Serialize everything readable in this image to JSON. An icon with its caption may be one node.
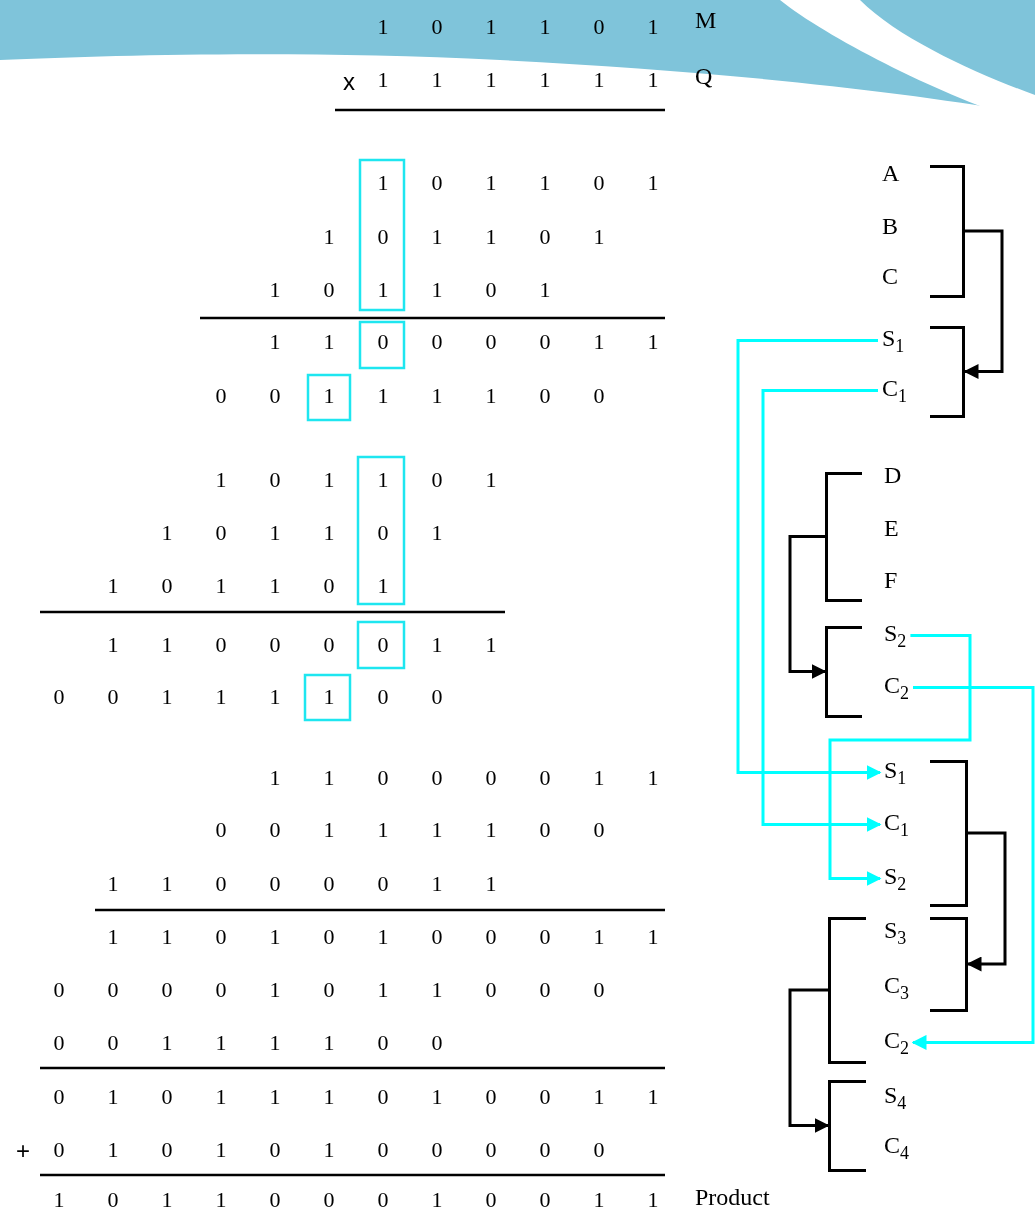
{
  "diagram": {
    "nodes": [
      {
        "text": [
          "A"
        ]
      },
      {
        "text": [
          "B"
        ]
      },
      {
        "text": [
          "C"
        ]
      },
      {
        "text": [
          "S$_{1}$"
        ]
      },
      {
        "text": [
          "C$_{1}$"
        ]
      },
      {
        "text": [
          "D"
        ]
      },
      {
        "text": [
          "E"
        ]
      },
      {
        "text": [
          "F"
        ]
      },
      {
        "text": [
          "S$_{2}$"
        ]
      },
      {
        "text": [
          "C$_{2}$"
        ]
      },
      {
        "text": [
          "S$_{1}$"
        ]
      },
      {
        "text": [
          "C$_{1}$"
        ]
      },
      {
        "text": [
          "S$_{2}$"
        ]
      },
      {
        "text": [
          "S$_{3}$"
        ]
      },
      {
        "text": [
          "C$_{3}$"
        ]
      },
      {
        "text": [
          "C$_{2}$"
        ]
      },
      {
        "text": [
          "S$_{4}$"
        ]
      },
      {
        "text": [
          "C$_{4}$"
        ]
      },
      {
        "text": [],
        "shape": "bracket"
      },
      {
        "text": [],
        "shape": "bracket"
      },
      {
        "text": [],
        "shape": "bracket"
      },
      {
        "text": [],
        "shape": "bracket"
      },
      {
        "text": [],
        "shape": "bracket"
      },
      {
        "text": [],
        "shape": "bracket"
      },
      {
        "text": [],
        "shape": "bracket"
      },
      {
        "text": [],
        "shape": "bracket"
      }
    ],
    "edges": [
      {
        "from": 18,
        "to": 19,
        "arrow": "to"
      },
      {
        "from": 20,
        "to": 21,
        "arrow": "to"
      },
      {
        "from": 3,
        "to": 10,
        "arrow": "to",
        "color": "#00ffff"
      },
      {
        "from": 4,
        "to": 11,
        "arrow": "to",
        "color": "#00ffff"
      },
      {
        "from": 8,
        "to": 12,
        "arrow": "to",
        "color": "#00ffff"
      },
      {
        "from": 9,
        "to": 15,
        "arrow": "to",
        "color": "#00ffff"
      },
      {
        "from": 22,
        "to": 23,
        "arrow": "to"
      },
      {
        "from": 24,
        "to": 25,
        "arrow": "to"
      }
    ],
    "labels": [
      "1 0 1 1 0 1",
      "M",
      "x",
      "1 1 1 1 1 1",
      "Q",
      "1 0 1 1 0 1",
      "1 0 1 1 0 1",
      "1 0 1 1 0 1",
      "1 1 0 0 0 0 1 1",
      "0 0 1 1 1 1 0 0",
      "1 0 1 1 0 1",
      "1 0 1 1 0 1",
      "1 0 1 1 0 1",
      "1 1 0 0 0 0 1 1",
      "0 0 1 1 1 1 0 0",
      "1 1 0 0 0 0 1 1",
      "0 0 1 1 1 1 0 0",
      "1 1 0 0 0 0 1 1",
      "1 1 0 1 0 1 0 0 0 1 1",
      "0 0 0 0 1 0 1 1 0 0 0",
      "0 0 1 1 1 1 0 0",
      "0 1 0 1 1 1 0 1 0 0 1 1",
      "+",
      "0 1 0 1 0 1 0 0 0 0 0",
      "1 0 1 1 0 0 0 1 0 0 1 1",
      "Product"
    ]
  }
}
